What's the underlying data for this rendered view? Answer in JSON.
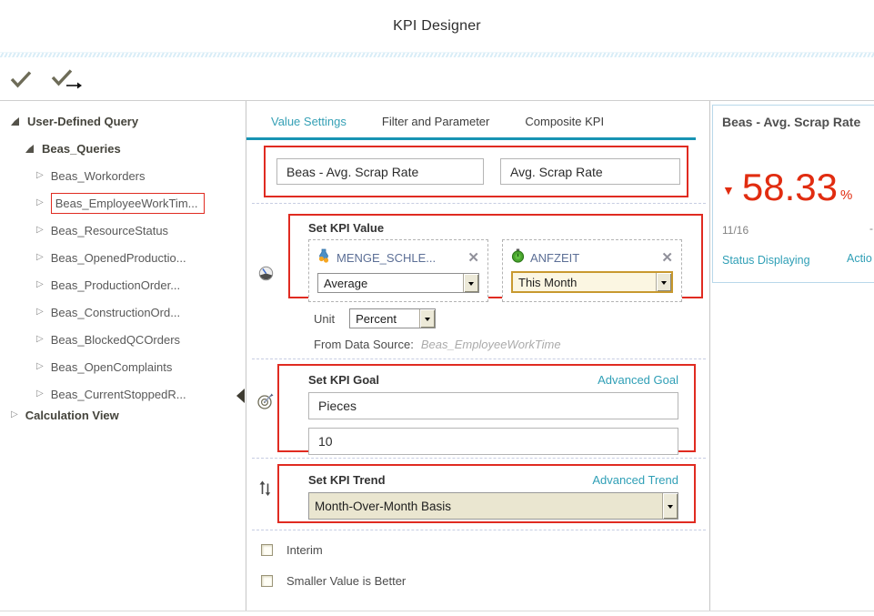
{
  "header": {
    "title": "KPI Designer"
  },
  "toolbar": {
    "icons": [
      {
        "name": "confirm-icon",
        "label": "confirm"
      },
      {
        "name": "confirm-and-next-icon",
        "label": "confirm and continue"
      }
    ]
  },
  "sidebar": {
    "items": [
      {
        "label": "User-Defined Query",
        "level": 0,
        "bold": true,
        "state": "expanded",
        "highlighted": false
      },
      {
        "label": "Beas_Queries",
        "level": 1,
        "bold": true,
        "state": "expanded",
        "highlighted": false
      },
      {
        "label": "Beas_Workorders",
        "level": 2,
        "bold": false,
        "state": "collapsed",
        "highlighted": false
      },
      {
        "label": "Beas_EmployeeWorkTim...",
        "level": 2,
        "bold": false,
        "state": "collapsed",
        "highlighted": true
      },
      {
        "label": "Beas_ResourceStatus",
        "level": 2,
        "bold": false,
        "state": "collapsed",
        "highlighted": false
      },
      {
        "label": "Beas_OpenedProductio...",
        "level": 2,
        "bold": false,
        "state": "collapsed",
        "highlighted": false
      },
      {
        "label": "Beas_ProductionOrder...",
        "level": 2,
        "bold": false,
        "state": "collapsed",
        "highlighted": false
      },
      {
        "label": "Beas_ConstructionOrd...",
        "level": 2,
        "bold": false,
        "state": "collapsed",
        "highlighted": false
      },
      {
        "label": "Beas_BlockedQCOrders",
        "level": 2,
        "bold": false,
        "state": "collapsed",
        "highlighted": false
      },
      {
        "label": "Beas_OpenComplaints",
        "level": 2,
        "bold": false,
        "state": "collapsed",
        "highlighted": false
      },
      {
        "label": "Beas_CurrentStoppedR...",
        "level": 2,
        "bold": false,
        "state": "collapsed",
        "highlighted": false
      },
      {
        "label": "Calculation View",
        "level": 0,
        "bold": true,
        "state": "collapsed",
        "highlighted": false
      }
    ]
  },
  "tabs": [
    {
      "label": "Value Settings",
      "active": true
    },
    {
      "label": "Filter and Parameter",
      "active": false
    },
    {
      "label": "Composite KPI",
      "active": false
    }
  ],
  "kpi_form": {
    "name_value": "Beas - Avg. Scrap Rate",
    "short_name_value": "Avg. Scrap Rate",
    "value_section": {
      "title": "Set KPI Value",
      "measures": [
        {
          "icon": "measure-icon",
          "label": "MENGE_SCHLE...",
          "close": "✕",
          "selector_value": "Average",
          "focused": false
        },
        {
          "icon": "stopwatch-icon",
          "label": "ANFZEIT",
          "close": "✕",
          "selector_value": "This Month",
          "focused": true
        }
      ],
      "unit_label": "Unit",
      "unit_value": "Percent",
      "source_label": "From Data Source:",
      "source_value": "Beas_EmployeeWorkTime"
    },
    "goal_section": {
      "title": "Set KPI Goal",
      "link": "Advanced Goal",
      "goal_type_value": "Pieces",
      "goal_value": "10"
    },
    "trend_section": {
      "title": "Set KPI Trend",
      "link": "Advanced Trend",
      "trend_value": "Month-Over-Month Basis"
    },
    "checkboxes": [
      {
        "label": "Interim",
        "checked": false
      },
      {
        "label": "Smaller Value is Better",
        "checked": false
      }
    ]
  },
  "preview_card": {
    "title": "Beas - Avg. Scrap Rate",
    "trend_arrow": "▼",
    "value": "58.33",
    "unit": "%",
    "date": "11/16",
    "compare": "-",
    "link_left": "Status Displaying",
    "link_right": "Actio"
  },
  "colors": {
    "accent_teal": "#2f9fb6",
    "tab_underline": "#1793b3",
    "annotation_red": "#e02b21",
    "kpi_value_red": "#e12c10",
    "measure_label_blue": "#5c6f96",
    "combo_button_beige": "#ece9d8",
    "focused_combo_border": "#c8992f",
    "card_border_blue": "#b9d8ea"
  }
}
